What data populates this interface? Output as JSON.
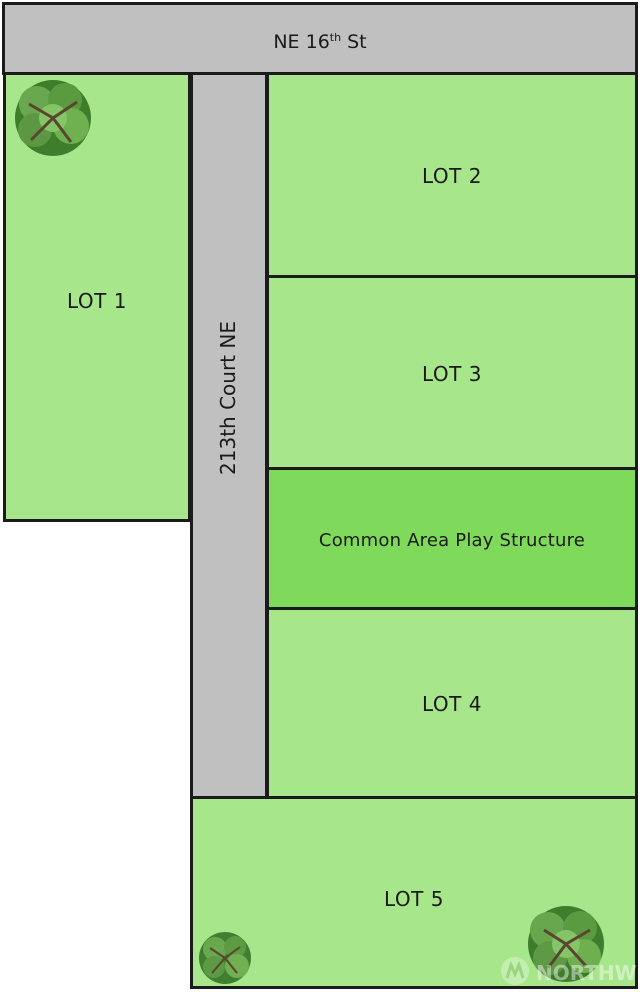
{
  "map": {
    "street_north": {
      "prefix": "NE 16",
      "superscript": "th",
      "suffix": " St"
    },
    "street_court": "213th Court NE",
    "lots": {
      "lot1": "LOT 1",
      "lot2": "LOT 2",
      "lot3": "LOT 3",
      "common_area": "Common Area Play Structure",
      "lot4": "LOT 4",
      "lot5": "LOT 5"
    },
    "watermark": "NORTHW"
  },
  "colors": {
    "lot": "#a8e68c",
    "common_area": "#7fd95a",
    "road": "#c0c0c0",
    "border": "#1b1b1b"
  },
  "icons": [
    "tree-icon",
    "northwest-mls-logo-icon"
  ]
}
